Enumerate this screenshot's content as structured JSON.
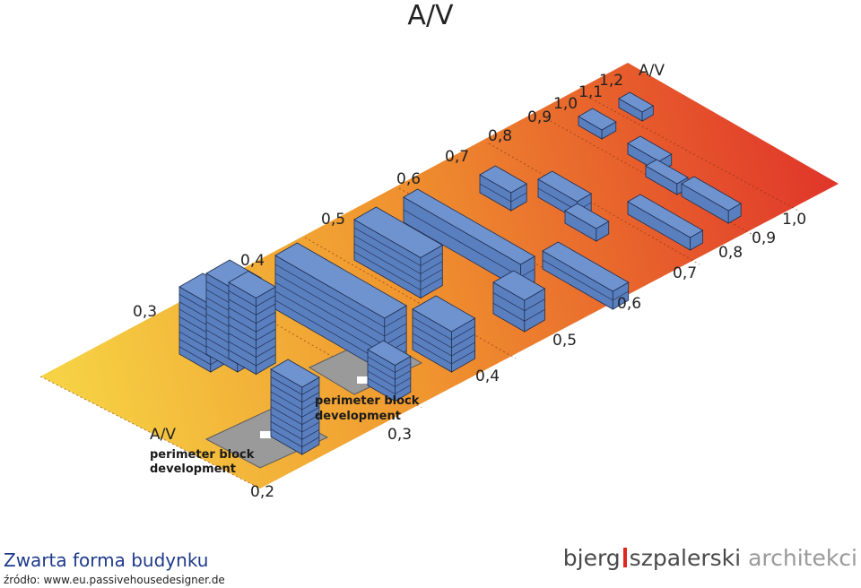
{
  "title": "A/V",
  "diagram": {
    "top_axis_label": "A/V",
    "top_axis_values": [
      "0,3",
      "0,4",
      "0,5",
      "0,6",
      "0,7",
      "0,8",
      "0,9",
      "1,0",
      "1,1",
      "1,2"
    ],
    "bottom_axis_label": "A/V",
    "bottom_axis_values": [
      "0,2",
      "0,3",
      "0,4",
      "0,5",
      "0,6",
      "0,7",
      "0,8",
      "0,9",
      "1,0"
    ],
    "note_1": [
      "perimeter block",
      "development"
    ],
    "note_2": [
      "perimeter block",
      "development"
    ],
    "colors": {
      "building": "#5a7fbf",
      "building_top": "#6f93cf",
      "outline": "#1f2f52",
      "gradient_start": "#f6d545",
      "gradient_mid": "#f0962f",
      "gradient_end": "#e0362a",
      "courtyard": "#9a9a9a"
    }
  },
  "caption": "Zwarta forma budynku",
  "source": "źródło: www.eu.passivehousedesigner.de",
  "logo": {
    "part1": "bjerg",
    "part2": "szpalerski",
    "part3": "architekci"
  }
}
